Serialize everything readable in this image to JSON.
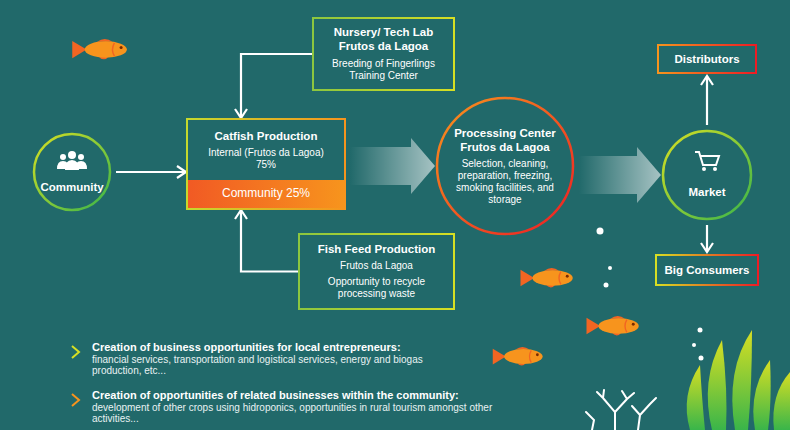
{
  "diagram": {
    "nodes": [
      {
        "text": [
          "Community"
        ]
      },
      {
        "text": [
          "Nursery/ Tech Lab Frutos da Lagoa",
          "Breeding of Fingerlings Training Center"
        ]
      },
      {
        "text": [
          "Catfish Production",
          "Internal (Frutos da Lagoa) 75%"
        ]
      },
      {
        "text": [
          "Community 25%"
        ],
        "in": 2
      },
      {
        "text": [
          "Fish Feed Production",
          "Frutos da Lagoa",
          "Opportunity to recycle processing waste"
        ]
      },
      {
        "text": [
          "Processing Center Frutos da Lagoa",
          "Selection, cleaning, preparation, freezing, smoking facilities, and storage"
        ]
      },
      {
        "text": [
          "Market"
        ]
      },
      {
        "text": [
          "Distributors"
        ]
      },
      {
        "text": [
          "Big Consumers"
        ]
      }
    ],
    "edges": [
      {
        "from": 0,
        "to": 2,
        "arrow": "to"
      },
      {
        "from": 1,
        "to": 2,
        "arrow": "to"
      },
      {
        "from": 4,
        "to": 2,
        "arrow": "to"
      },
      {
        "from": 2,
        "to": 5,
        "arrow": "to"
      },
      {
        "from": 5,
        "to": 6,
        "arrow": "to"
      },
      {
        "from": 6,
        "to": 7,
        "arrow": "to"
      },
      {
        "from": 6,
        "to": 8,
        "arrow": "to"
      }
    ],
    "labels": [
      "Creation of business opportunities for local entrepreneurs:",
      "financial services, transportation and logistical services, energy and biogas production, etc...",
      "Creation of opportunities of related businesses within the community:",
      "development of other crops using hidroponics, opportunities in rural tourism amongst other activities..."
    ]
  }
}
